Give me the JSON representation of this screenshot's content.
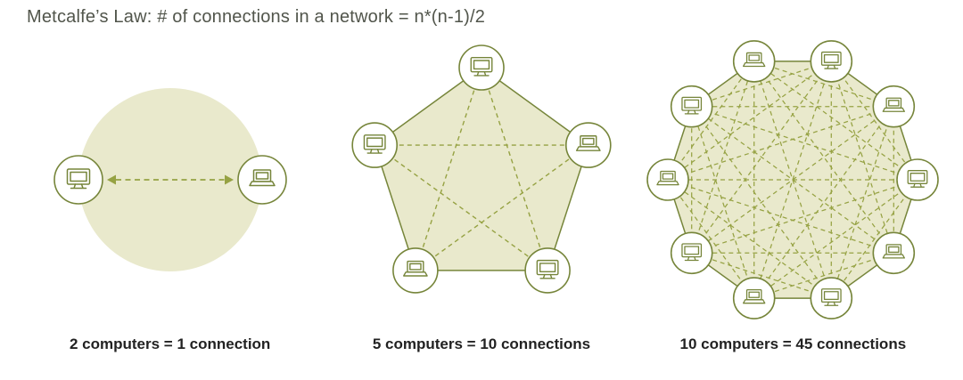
{
  "title": "Metcalfe’s Law: # of connections in a network = n*(n-1)/2",
  "colors": {
    "background": "#ffffff",
    "shape_fill": "#e9e9cc",
    "connection_line": "#96a243",
    "node_outline": "#76853a",
    "node_fill": "#ffffff",
    "title_text": "#51554b",
    "caption_text": "#222222"
  },
  "diagrams": [
    {
      "computers": 2,
      "connections": 1,
      "shape": "circle",
      "caption": "2 computers = 1 connection",
      "node_icons": [
        "desktop-computer-icon",
        "laptop-icon"
      ]
    },
    {
      "computers": 5,
      "connections": 10,
      "shape": "pentagon",
      "caption": "5 computers = 10 connections",
      "node_icons": [
        "desktop-computer-icon",
        "laptop-icon"
      ]
    },
    {
      "computers": 10,
      "connections": 45,
      "shape": "decagon",
      "caption": "10 computers = 45 connections",
      "node_icons": [
        "desktop-computer-icon",
        "laptop-icon"
      ]
    }
  ]
}
